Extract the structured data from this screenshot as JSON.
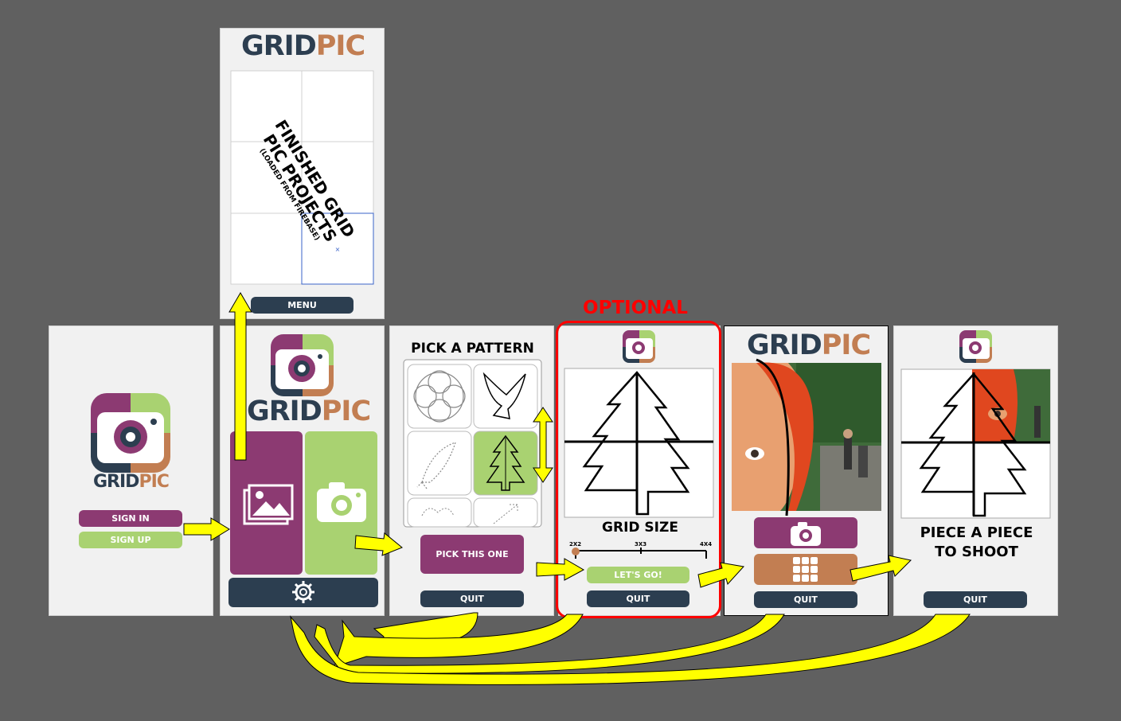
{
  "brand": {
    "part1": "GRID",
    "part2": "PIC"
  },
  "auth": {
    "sign_in": "SIGN IN",
    "sign_up": "SIGN UP"
  },
  "gallery": {
    "placeholder_line1": "FINISHED GRID",
    "placeholder_line2": "PIC PROJECTS",
    "placeholder_note": "(LOADED FROM FIREBASE)",
    "menu": "MENU"
  },
  "pattern": {
    "title": "PICK A PATTERN",
    "pick": "PICK THIS ONE",
    "quit": "QUIT"
  },
  "grid_size": {
    "optional_label": "OPTIONAL",
    "title": "GRID SIZE",
    "ticks": [
      "2X2",
      "3X3",
      "4X4"
    ],
    "go": "LET'S GO!",
    "quit": "QUIT"
  },
  "camera": {
    "quit": "QUIT"
  },
  "result": {
    "line1": "PIECE A PIECE",
    "line2": "TO SHOOT",
    "quit": "QUIT"
  },
  "icons": [
    "camera-icon",
    "gallery-icon",
    "gear-icon",
    "grid-icon"
  ],
  "colors": {
    "navy": "#2c3e50",
    "purple": "#8c3a72",
    "green": "#a9d271",
    "copper": "#c27e52",
    "arrow": "#ffff00",
    "optional": "#ff0000"
  }
}
